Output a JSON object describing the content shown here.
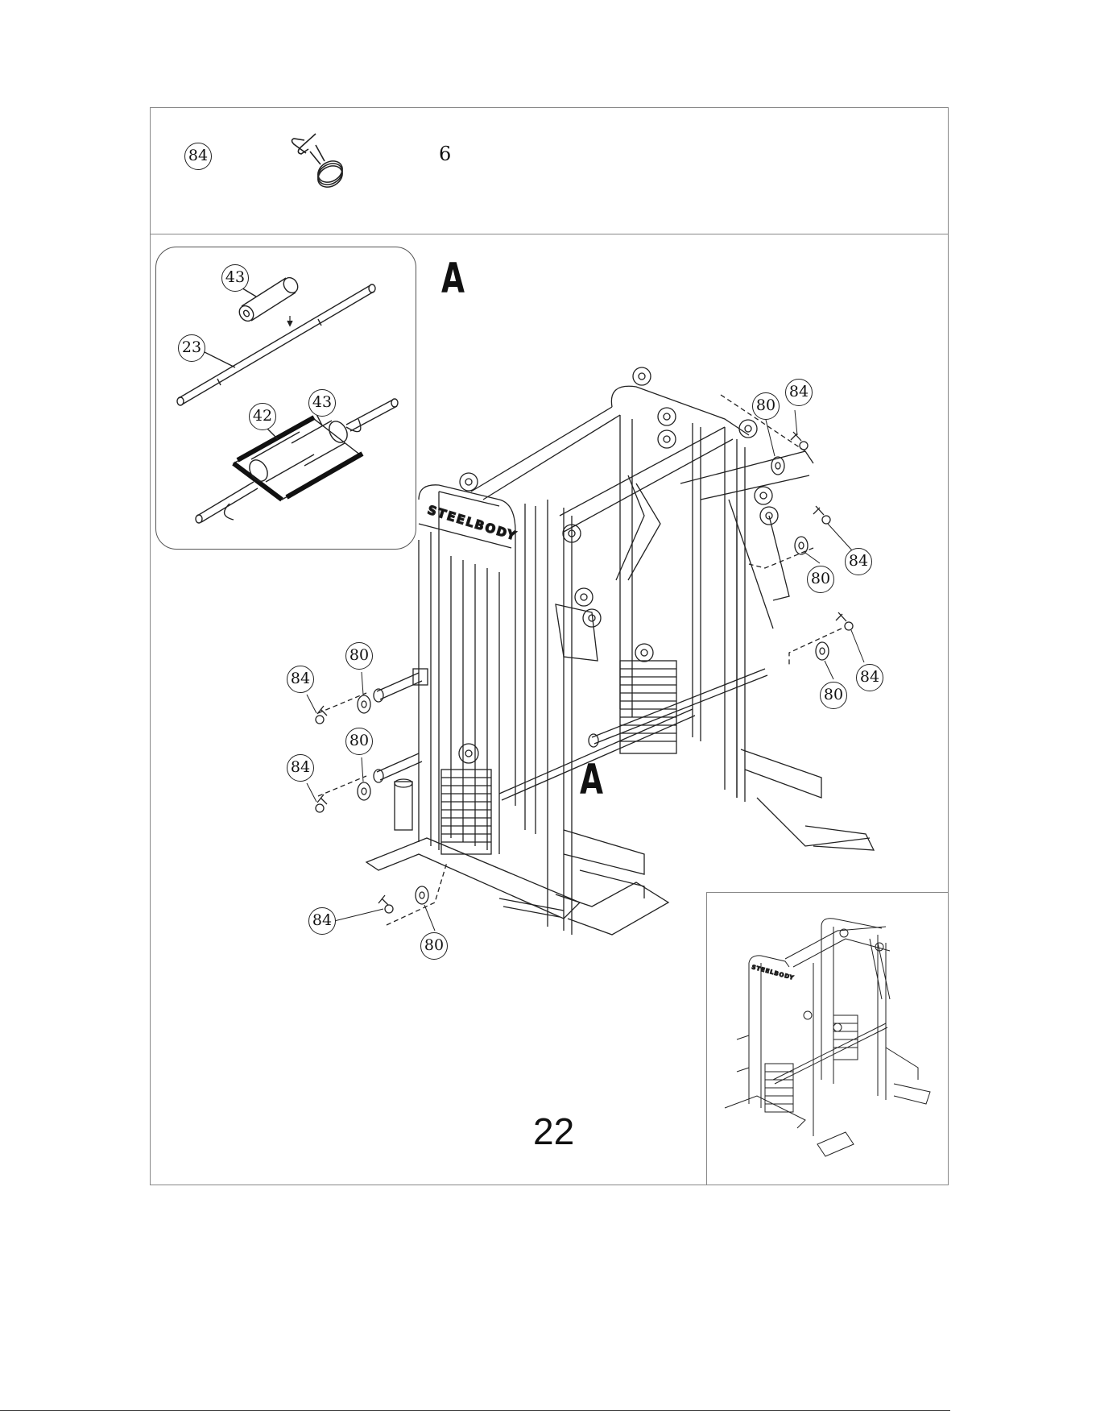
{
  "parts_header": {
    "part_number": "84",
    "quantity": "6",
    "icon": "spring-clip-collar-icon"
  },
  "step": {
    "label_main": "A",
    "label_detail": "A"
  },
  "inset": {
    "callouts": [
      "43",
      "23",
      "42",
      "43"
    ]
  },
  "callouts": {
    "right_upper": [
      "80",
      "84"
    ],
    "right_middle": [
      "84",
      "80"
    ],
    "right_lower": [
      "80",
      "84"
    ],
    "left_upper": [
      "80",
      "84"
    ],
    "left_middle": [
      "80",
      "84"
    ],
    "bottom": [
      "84",
      "80"
    ]
  },
  "brand_text": "STEELBODY",
  "page_number": "22",
  "colors": {
    "line": "#222222",
    "frame": "#888888",
    "paper": "#ffffff"
  }
}
